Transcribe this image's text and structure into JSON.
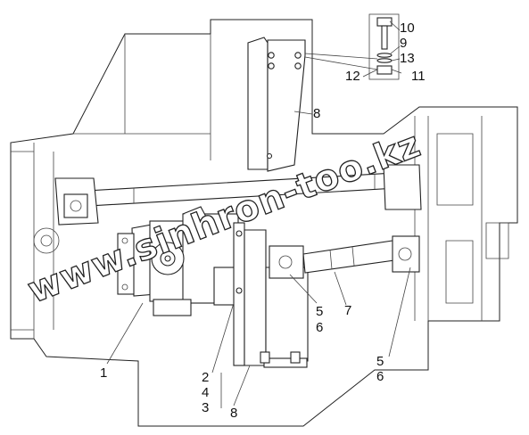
{
  "watermark": "www.sinhron-too.kz",
  "callouts": {
    "c1": "1",
    "c2": "2",
    "c3": "3",
    "c4": "4",
    "c5a": "5",
    "c5b": "5",
    "c6a": "6",
    "c6b": "6",
    "c7": "7",
    "c8a": "8",
    "c8b": "8",
    "c9": "9",
    "c10": "10",
    "c11": "11",
    "c12": "12",
    "c13": "13"
  }
}
